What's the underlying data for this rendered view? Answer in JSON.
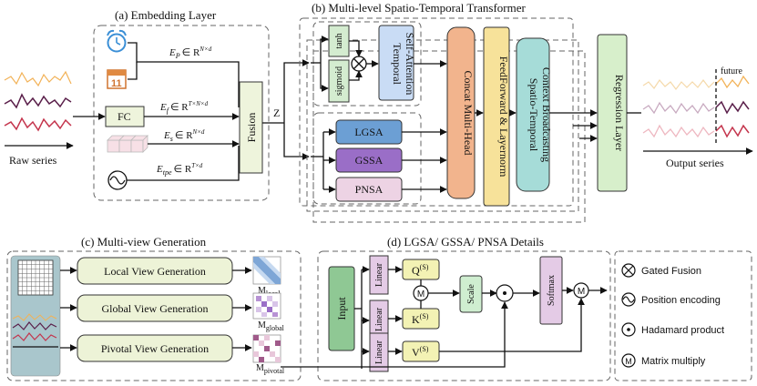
{
  "sections": {
    "embedding": "(a) Embedding Layer",
    "transformer": "(b) Multi-level Spatio-Temporal Transformer",
    "multiview": "(c) Multi-view Generation",
    "details": "(d) LGSA/ GSSA/ PNSA  Details"
  },
  "embedding": {
    "fc": "FC",
    "fusion": "Fusion",
    "e_p": "E",
    "e_p_sub": "P",
    "e_p_space": "∈ R",
    "e_p_sup": "N×d",
    "e_f": "E",
    "e_f_sub": "f",
    "e_f_space": "∈ R",
    "e_f_sup": "T×N×d",
    "e_s": "E",
    "e_s_sub": "s",
    "e_s_space": "∈ R",
    "e_s_sup": "N×d",
    "e_tpe": "E",
    "e_tpe_sub": "tpe",
    "e_tpe_space": "∈ R",
    "e_tpe_sup": "T×d",
    "calendar_day": "11",
    "z": "Z"
  },
  "raw": {
    "label": "Raw series"
  },
  "output": {
    "label": "Output series",
    "future": "future"
  },
  "transformer": {
    "tanh": "tanh",
    "sigmoid": "sigmoid",
    "temporal_sa_1": "Temporal",
    "temporal_sa_2": "Self-Attention",
    "lgsa": "LGSA",
    "gssa": "GSSA",
    "pnsa": "PNSA",
    "concat": "Concat Multi-Head",
    "feedforward": "FeedForward & Layernorm",
    "stcb_1": "Spatio-Temporal",
    "stcb_2": "Context Broadcasting",
    "regression": "Regression Layer"
  },
  "multiview": {
    "local": "Local View Generation",
    "global": "Global View Generation",
    "pivotal": "Pivotal View Generation",
    "m": "M",
    "m_local": "local",
    "m_global": "global",
    "m_pivotal": "pivotal"
  },
  "details": {
    "input": "Input",
    "linear": "Linear",
    "q": "Q",
    "k": "K",
    "v": "V",
    "s_sup": "(S)",
    "scale": "Scale",
    "softmax": "Softmax",
    "m": "M"
  },
  "legend": {
    "gated": "Gated Fusion",
    "position": "Position encoding",
    "hadamard": "Hadamard product",
    "matrix": "Matrix multiply"
  },
  "colors": {
    "fc": "#eef4dc",
    "fusion": "#eef4dc",
    "gate": "#d4ecd0",
    "tsa": "#c9dcf5",
    "lgsa": "#6c9fd4",
    "gssa": "#9a6ec7",
    "pnsa": "#edd3e4",
    "concat": "#f2b48d",
    "ffn": "#f7e29a",
    "stcb": "#a6dcd8",
    "regression": "#d7efcb",
    "input": "#8fc894",
    "linear": "#e4cbe6",
    "qkv": "#f3f2b4",
    "scale": "#cfeed0",
    "softmax": "#e4cbe6",
    "mv_panel": "#a9c6cc",
    "mv_gen": "#edf3d7"
  },
  "icons": [
    "alarm-clock-icon",
    "calendar-icon",
    "cube-row-icon",
    "sine-wave-icon",
    "gated-fusion-icon",
    "position-encoding-icon",
    "hadamard-icon",
    "matrix-multiply-icon"
  ]
}
